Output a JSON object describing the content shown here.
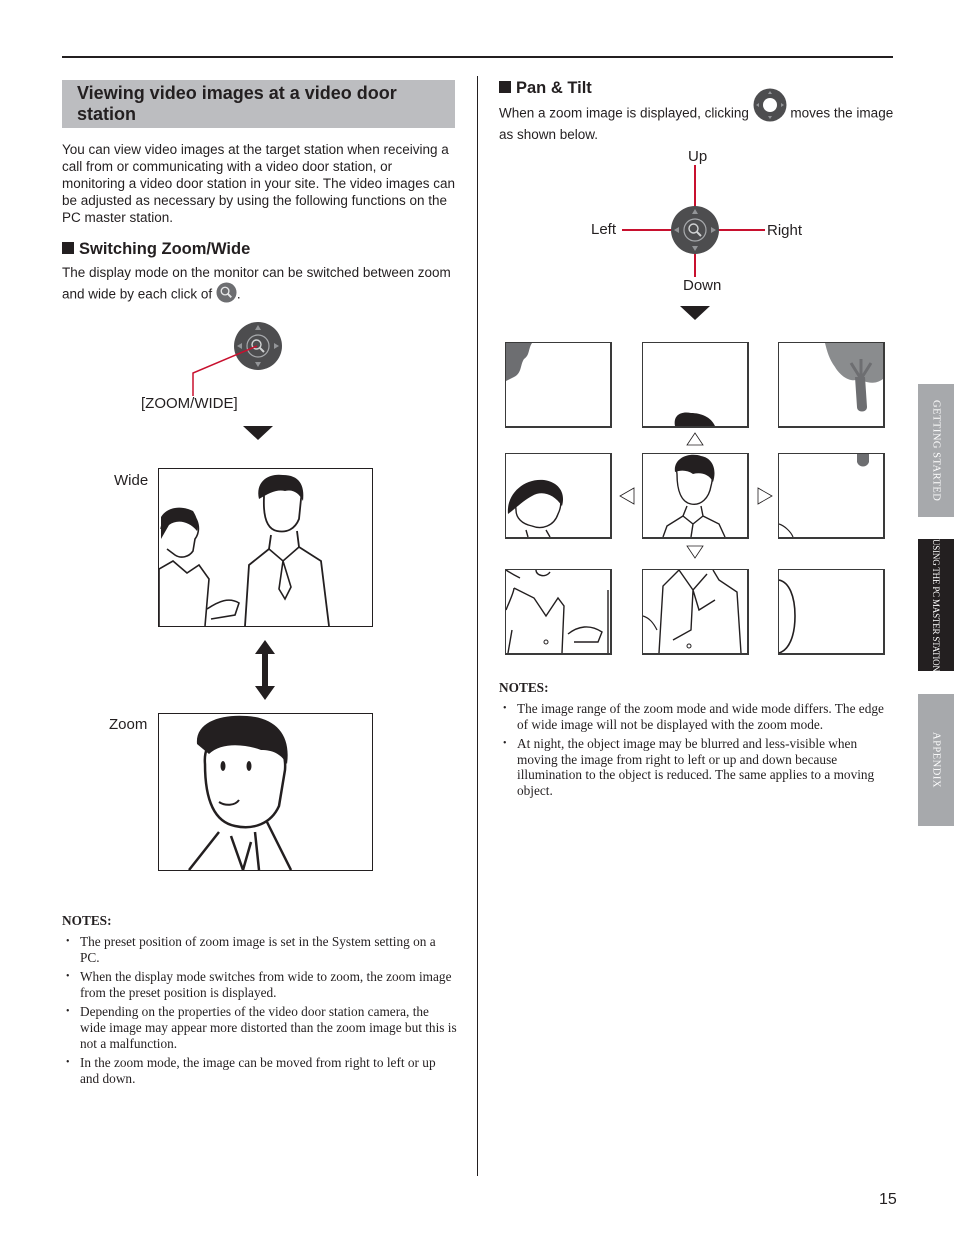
{
  "page": {
    "number": "15"
  },
  "section": {
    "title": "Viewing video images at a video door station",
    "intro": "You can view video images at the target station when receiving a call from or communicating with a video door station, or monitoring a video door station in your site. The video images can be adjusted as necessary by using the following functions on the PC master station."
  },
  "zoom_wide": {
    "heading": "Switching Zoom/Wide",
    "text_before_icon": "The display mode on the monitor can be switched between zoom and wide by each click of",
    "text_after_icon": ".",
    "button_label": "[ZOOM/WIDE]",
    "wide_label": "Wide",
    "zoom_label": "Zoom",
    "icons": {
      "button": "magnifier-zoom-icon",
      "control_pad": "directional-pad-icon",
      "arrow_down": "triangle-down-icon",
      "swap_arrow": "double-arrow-vertical-icon"
    }
  },
  "pan_tilt": {
    "heading": "Pan & Tilt",
    "text_before_icon": "When a zoom image is displayed, clicking",
    "text_after_icon": "moves the image as shown below.",
    "directions": {
      "up": "Up",
      "down": "Down",
      "left": "Left",
      "right": "Right"
    },
    "grid": [
      [
        "top-left: tree foliage edge",
        "top-center: hair top",
        "top-right: tree"
      ],
      [
        "middle-left: woman",
        "center: man",
        "middle-right: tree trunk bottom"
      ],
      [
        "bottom-left: woman body",
        "bottom-center: man body",
        "bottom-right: edge"
      ]
    ]
  },
  "notes_left": {
    "title": "NOTES:",
    "items": [
      "The preset position of zoom image is set in the System setting on a PC.",
      "When the display mode switches from wide to zoom, the zoom image from the preset position is displayed.",
      "Depending on the properties of the video door station camera, the wide image may appear more distorted than the zoom image but this is not a malfunction.",
      "In the zoom mode, the image can be moved from right to left or up and down."
    ]
  },
  "notes_right": {
    "title": "NOTES:",
    "items": [
      "The image range of the zoom mode and wide mode differs. The edge of wide image will not be displayed with the zoom mode.",
      "At night, the object image may be blurred and less-visible when moving the image from right to left or up and down because illumination to the object is reduced. The same applies to a moving object."
    ]
  },
  "side_tabs": [
    {
      "label": "GETTING STARTED",
      "active": false
    },
    {
      "label": "USING THE PC MASTER STATION",
      "active": true
    },
    {
      "label": "APPENDIX",
      "active": false
    }
  ],
  "colors": {
    "title_bg": "#bcbdc0",
    "callout_red": "#c8102e",
    "pad_dark": "#4d4d4f",
    "tab_gray": "#a7a9ac",
    "tab_active": "#231f20",
    "tree_gray": "#6d6e71"
  }
}
